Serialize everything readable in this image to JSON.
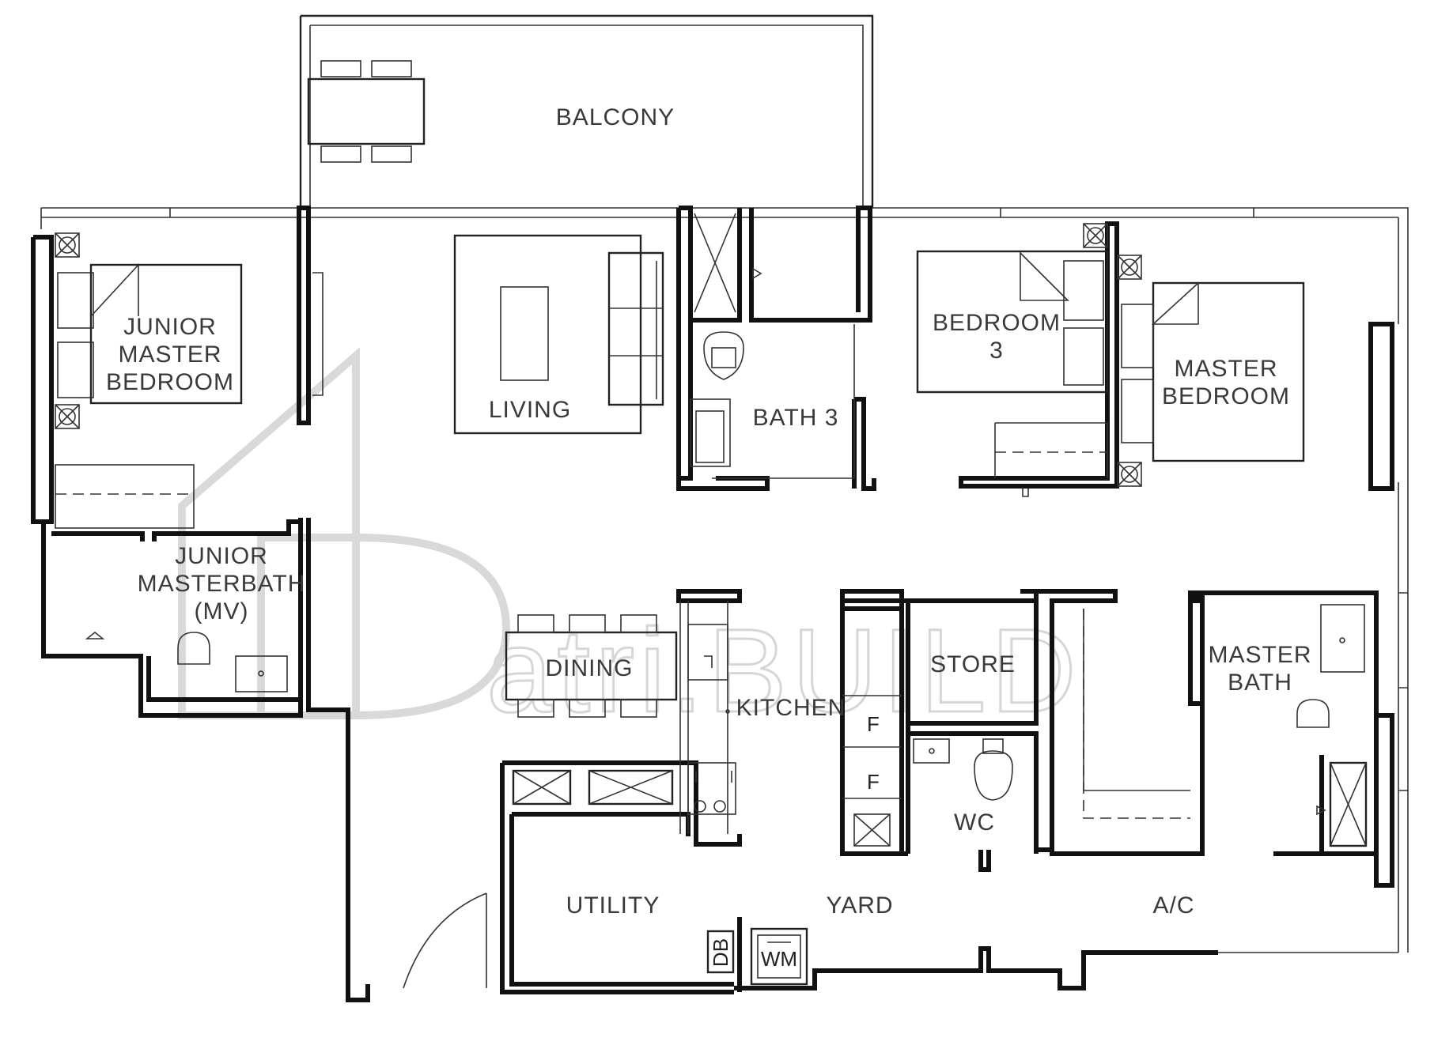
{
  "rooms": {
    "balcony": "BALCONY",
    "junior_master_bedroom": [
      "JUNIOR",
      "MASTER",
      "BEDROOM"
    ],
    "living": "LIVING",
    "bath3": "BATH 3",
    "bedroom3": [
      "BEDROOM",
      "3"
    ],
    "master_bedroom": [
      "MASTER",
      "BEDROOM"
    ],
    "junior_masterbath": [
      "JUNIOR",
      "MASTERBATH",
      "(MV)"
    ],
    "dining": "DINING",
    "kitchen": "KITCHEN",
    "store": "STORE",
    "master_bath": [
      "MASTER",
      "BATH"
    ],
    "wc": "WC",
    "utility": "UTILITY",
    "yard": "YARD",
    "ac": "A/C"
  },
  "fixtures": {
    "fridge1": "F",
    "fridge2": "F",
    "db": "DB",
    "wm": "WM"
  },
  "watermark": {
    "text": "atri.BUILD"
  },
  "colors": {
    "wall": "#111111",
    "line": "#333333",
    "watermark": "#d6d6d6"
  }
}
